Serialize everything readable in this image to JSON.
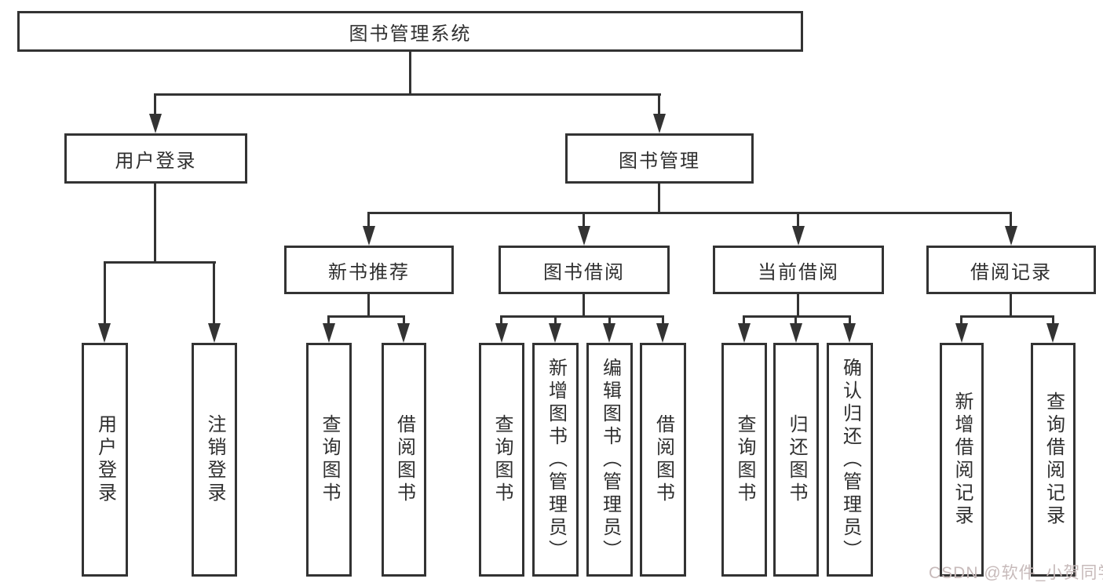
{
  "title": "图书管理系统",
  "tree": {
    "label": "图书管理系统",
    "children": [
      {
        "label": "用户登录",
        "children": [
          {
            "label": "用户登录"
          },
          {
            "label": "注销登录"
          }
        ]
      },
      {
        "label": "图书管理",
        "children": [
          {
            "label": "新书推荐",
            "children": [
              {
                "label": "查询图书"
              },
              {
                "label": "借阅图书"
              }
            ]
          },
          {
            "label": "图书借阅",
            "children": [
              {
                "label": "查询图书"
              },
              {
                "label": "新增图书（管理员）"
              },
              {
                "label": "编辑图书（管理员）"
              },
              {
                "label": "借阅图书"
              }
            ]
          },
          {
            "label": "当前借阅",
            "children": [
              {
                "label": "查询图书"
              },
              {
                "label": "归还图书"
              },
              {
                "label": "确认归还（管理员）"
              }
            ]
          },
          {
            "label": "借阅记录",
            "children": [
              {
                "label": "新增借阅记录"
              },
              {
                "label": "查询借阅记录"
              }
            ]
          }
        ]
      }
    ]
  },
  "watermark": {
    "text": "CSDN @软件_小贺同学",
    "color": "#c7baba"
  },
  "colors": {
    "line": "#333333",
    "text": "#2f2f2f",
    "background": "#ffffff"
  }
}
